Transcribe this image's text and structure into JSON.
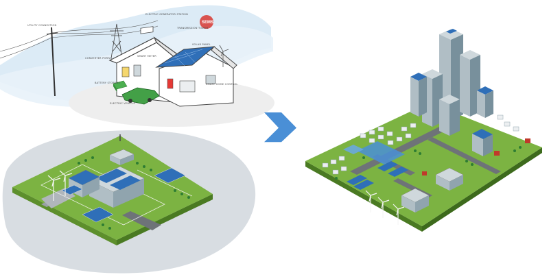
{
  "house_labels": {
    "utility": "UTILITY CONNECTION",
    "generator": "ELECTRIC GENERATOR STATION",
    "transmission": "TRANSMISSION TOWER",
    "solar": "SOLAR PANEL",
    "converter": "CONVERTER PORTAL",
    "battery": "BATTERY STORAGE",
    "vehicle": "ELECTRIC VEHICLE",
    "smart_home": "SMART HOME CONTROL",
    "meter": "SMART METER",
    "seems_badge": "SEMS"
  },
  "colors": {
    "grass": "#7cb342",
    "grass_dark": "#5d8f2c",
    "road": "#6e7378",
    "panel_blue": "#2f6fb8",
    "arrow_blue": "#4a8fd6",
    "badge_red": "#d9534f",
    "sky_wash": "#cfe3f3"
  },
  "icons": {
    "arrow": "chevron-right-icon",
    "badge": "cloud-badge-icon"
  }
}
